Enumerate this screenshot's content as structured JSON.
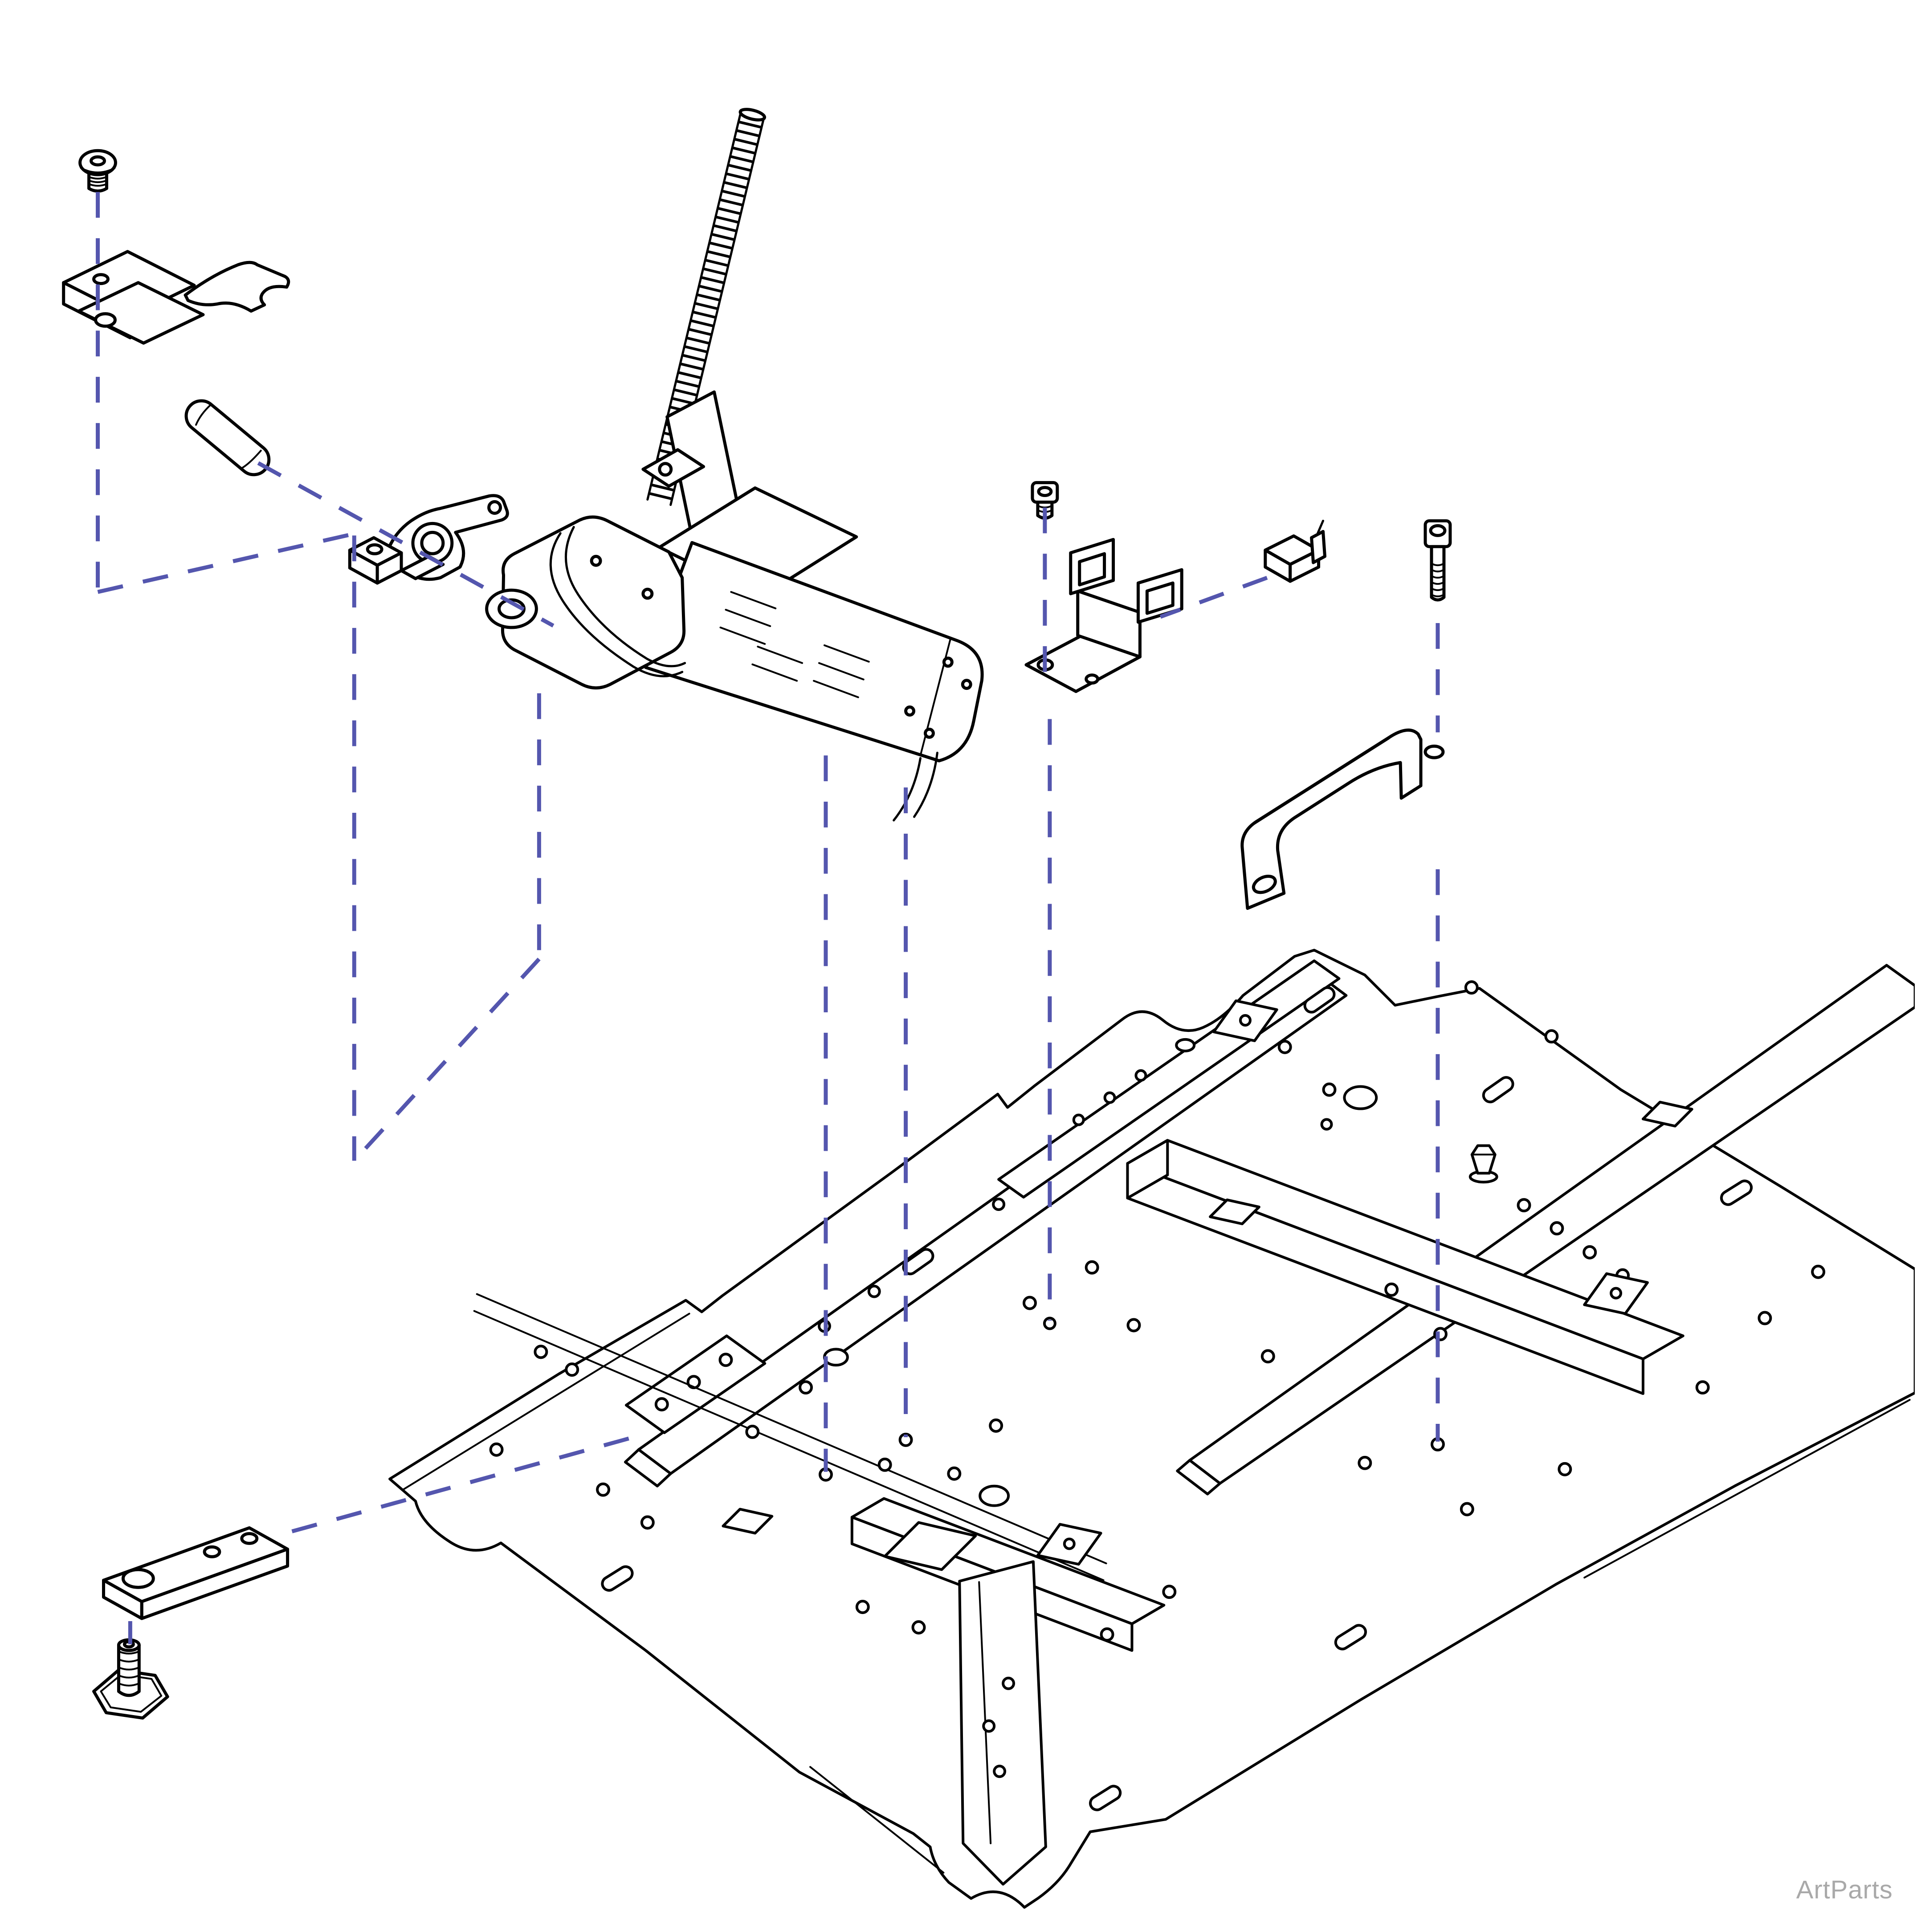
{
  "diagram": {
    "kind": "exploded-parts-diagram",
    "watermark": "ArtParts",
    "colors": {
      "background": "#ffffff",
      "line": "#000000",
      "dash": "#5456ae",
      "watermark": "#a9a9a9"
    },
    "parts": [
      "button-head-screw",
      "hook-clip-bracket",
      "clevis-pin",
      "pivot-lever",
      "actuator-motor-with-flex-drive-shaft",
      "socket-head-screw",
      "latch-striker-bracket",
      "slide-clip",
      "socket-head-cap-bolt",
      "grab-handle-bracket",
      "seat-base-frame",
      "spacer-bar",
      "threaded-stud-plate"
    ]
  }
}
